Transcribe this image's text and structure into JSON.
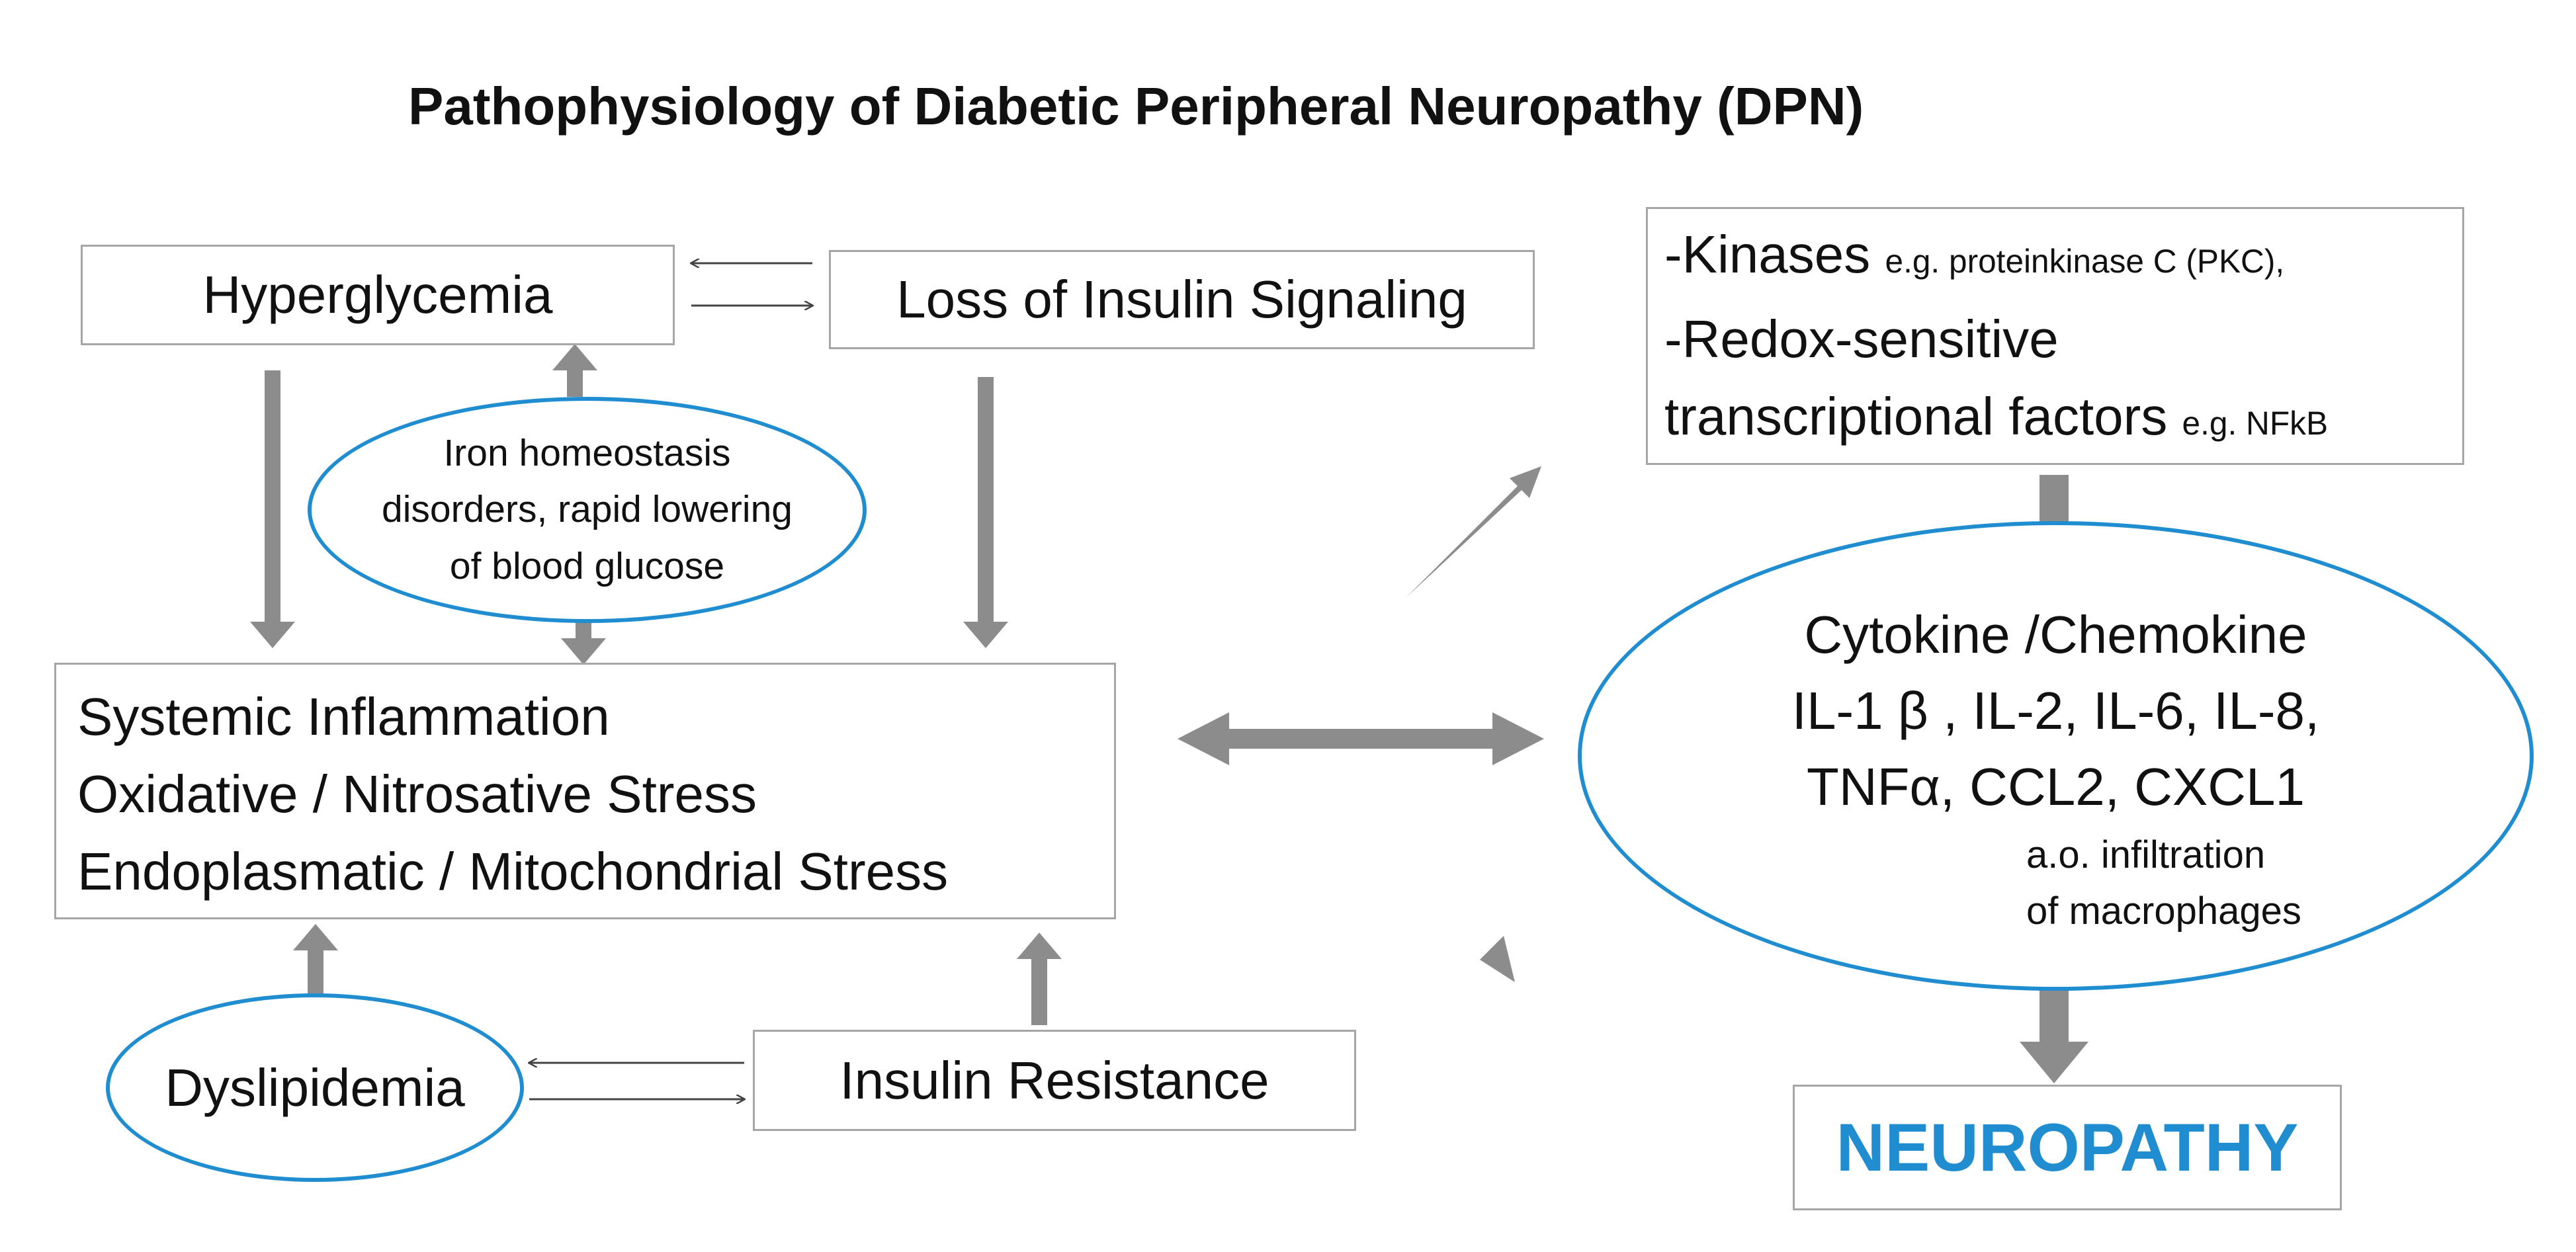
{
  "title": "Pathophysiology of Diabetic Peripheral Neuropathy (DPN)",
  "nodes": {
    "hyperglycemia": "Hyperglycemia",
    "loss_insulin": "Loss of Insulin Signaling",
    "iron": {
      "line1": "Iron homeostasis",
      "line2": "disorders, rapid lowering",
      "line3": "of blood glucose"
    },
    "stress": {
      "line1": "Systemic Inflammation",
      "line2": "Oxidative / Nitrosative Stress",
      "line3": "Endoplasmatic / Mitochondrial Stress"
    },
    "dyslipidemia": "Dyslipidemia",
    "insulin_resistance": "Insulin Resistance",
    "kinases": {
      "line1_main": "-Kinases",
      "line1_small": "e.g. proteinkinase C (PKC),",
      "line2": "-Redox-sensitive",
      "line3_main": "transcriptional factors",
      "line3_small": "e.g. NFkB"
    },
    "cytokine": {
      "line1": "Cytokine /Chemokine",
      "line2": "IL-1 β , IL-2, IL-6, IL-8,",
      "line3": "TNFα, CCL2, CXCL1",
      "line4": "a.o. infiltration",
      "line5": "of macrophages"
    },
    "neuropathy": "NEUROPATHY"
  },
  "colors": {
    "arrow": "#8c8c8c",
    "thin_arrow": "#444444",
    "box_border": "#a6a6a6",
    "oval_border": "#1f8dcf",
    "neuropathy_text": "#1f8dcf"
  }
}
